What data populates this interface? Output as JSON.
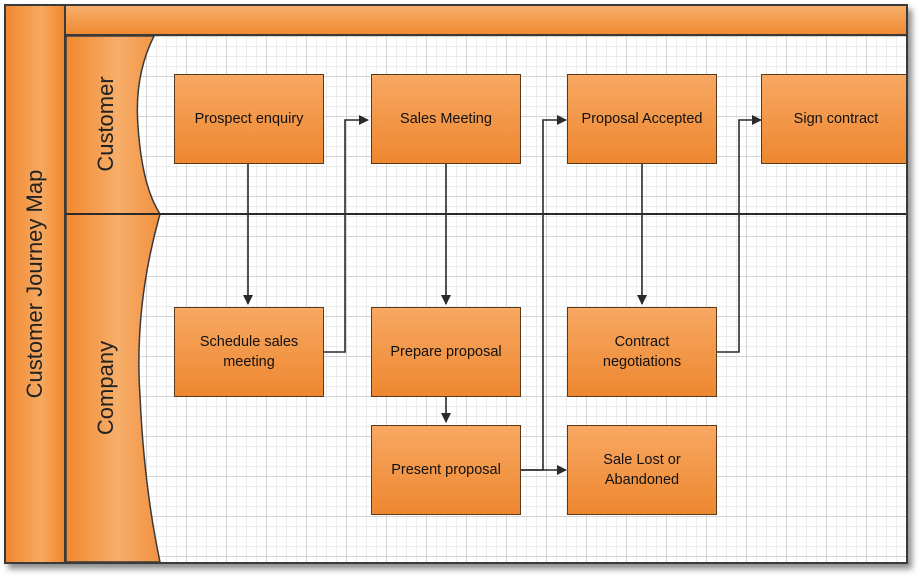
{
  "diagram": {
    "title": "Customer Journey Map",
    "lanes": [
      {
        "label": "Customer"
      },
      {
        "label": "Company"
      }
    ],
    "steps": {
      "prospect_enquiry": "Prospect enquiry",
      "sales_meeting": "Sales Meeting",
      "proposal_accepted": "Proposal Accepted",
      "sign_contract": "Sign contract",
      "schedule_sales_meeting": "Schedule sales\nmeeting",
      "prepare_proposal": "Prepare proposal",
      "contract_negotiations": "Contract\nnegotiations",
      "present_proposal": "Present proposal",
      "sale_lost": "Sale Lost or\nAbandoned"
    },
    "connections": [
      {
        "from": "Prospect enquiry",
        "to": "Schedule sales meeting"
      },
      {
        "from": "Schedule sales meeting",
        "to": "Sales Meeting"
      },
      {
        "from": "Sales Meeting",
        "to": "Prepare proposal"
      },
      {
        "from": "Prepare proposal",
        "to": "Present proposal"
      },
      {
        "from": "Present proposal",
        "to": "Proposal Accepted"
      },
      {
        "from": "Present proposal",
        "to": "Sale Lost or Abandoned"
      },
      {
        "from": "Proposal Accepted",
        "to": "Contract negotiations"
      },
      {
        "from": "Contract negotiations",
        "to": "Sign contract"
      }
    ],
    "colors": {
      "accent": "#ef8a32",
      "line": "#2a2a2a"
    }
  }
}
